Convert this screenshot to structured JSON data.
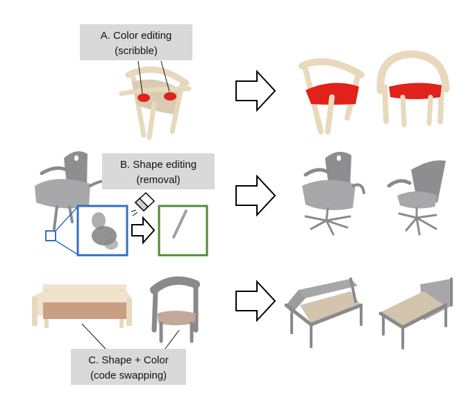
{
  "labels": {
    "a_line1": "A. Color editing",
    "a_line2": "(scribble)",
    "b_line1": "B. Shape editing",
    "b_line2": "(removal)",
    "c_line1": "C. Shape + Color",
    "c_line2": "(code swapping)"
  },
  "icons": [
    "right-arrow-icon",
    "eraser-icon"
  ],
  "colors": {
    "label_bg": "#d9d9d9",
    "scribble_red": "#e0221b",
    "zoom_blue": "#2f6fbf",
    "result_green": "#4f8a35"
  }
}
